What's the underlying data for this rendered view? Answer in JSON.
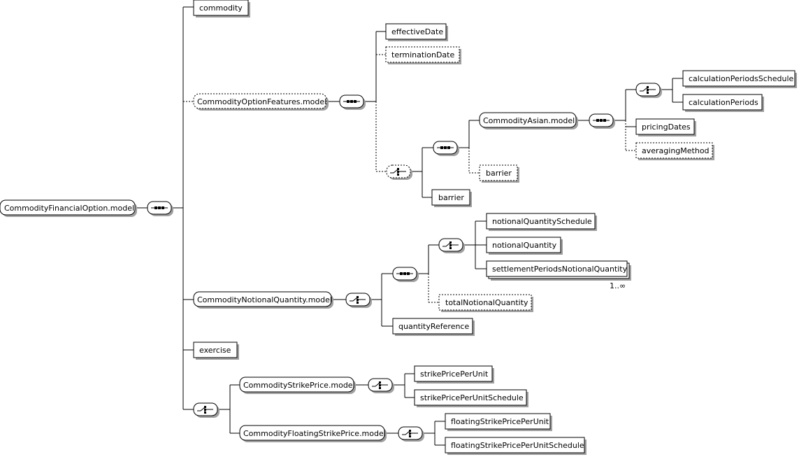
{
  "nodes": {
    "root": "CommodityFinancialOption.model",
    "commodity": "commodity",
    "option_features": "CommodityOptionFeatures.model",
    "effective_date": "effectiveDate",
    "termination_date": "terminationDate",
    "asian": "CommodityAsian.model",
    "calc_periods_schedule": "calculationPeriodsSchedule",
    "calc_periods": "calculationPeriods",
    "pricing_dates": "pricingDates",
    "averaging_method": "averagingMethod",
    "barrier_optional": "barrier",
    "barrier": "barrier",
    "notional_quantity_model": "CommodityNotionalQuantity.model",
    "notional_quantity_schedule": "notionalQuantitySchedule",
    "notional_quantity": "notionalQuantity",
    "settlement_periods_notional_quantity": "settlementPeriodsNotionalQuantity",
    "settlement_occurrence": "1..∞",
    "total_notional_quantity": "totalNotionalQuantity",
    "quantity_reference": "quantityReference",
    "exercise": "exercise",
    "strike_price_model": "CommodityStrikePrice.model",
    "strike_price_per_unit": "strikePricePerUnit",
    "strike_price_per_unit_schedule": "strikePricePerUnitSchedule",
    "floating_strike_price_model": "CommodityFloatingStrikePrice.model",
    "floating_strike_price_per_unit": "floatingStrikePricePerUnit",
    "floating_strike_price_per_unit_schedule": "floatingStrikePricePerUnitSchedule"
  }
}
